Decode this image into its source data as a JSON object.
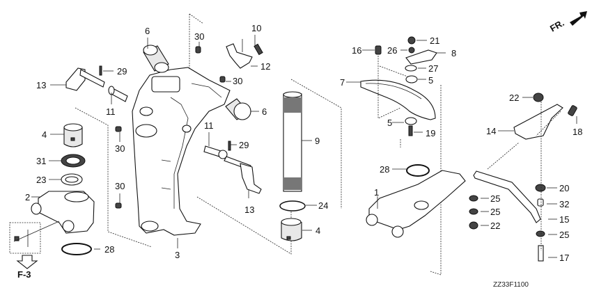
{
  "diagram": {
    "title_code": "ZZ33F1100",
    "front_indicator": "FR.",
    "reference_label": "F-3",
    "callouts": [
      {
        "id": "c1",
        "label": "1"
      },
      {
        "id": "c2",
        "label": "2"
      },
      {
        "id": "c3",
        "label": "3"
      },
      {
        "id": "c4a",
        "label": "4"
      },
      {
        "id": "c4b",
        "label": "4"
      },
      {
        "id": "c5a",
        "label": "5"
      },
      {
        "id": "c5b",
        "label": "5"
      },
      {
        "id": "c6a",
        "label": "6"
      },
      {
        "id": "c6b",
        "label": "6"
      },
      {
        "id": "c7",
        "label": "7"
      },
      {
        "id": "c8",
        "label": "8"
      },
      {
        "id": "c9",
        "label": "9"
      },
      {
        "id": "c10",
        "label": "10"
      },
      {
        "id": "c11a",
        "label": "11"
      },
      {
        "id": "c11b",
        "label": "11"
      },
      {
        "id": "c12",
        "label": "12"
      },
      {
        "id": "c13a",
        "label": "13"
      },
      {
        "id": "c13b",
        "label": "13"
      },
      {
        "id": "c14",
        "label": "14"
      },
      {
        "id": "c15",
        "label": "15"
      },
      {
        "id": "c16",
        "label": "16"
      },
      {
        "id": "c17",
        "label": "17"
      },
      {
        "id": "c18",
        "label": "18"
      },
      {
        "id": "c19",
        "label": "19"
      },
      {
        "id": "c20",
        "label": "20"
      },
      {
        "id": "c21",
        "label": "21"
      },
      {
        "id": "c22a",
        "label": "22"
      },
      {
        "id": "c22b",
        "label": "22"
      },
      {
        "id": "c23",
        "label": "23"
      },
      {
        "id": "c24",
        "label": "24"
      },
      {
        "id": "c25a",
        "label": "25"
      },
      {
        "id": "c25b",
        "label": "25"
      },
      {
        "id": "c25c",
        "label": "25"
      },
      {
        "id": "c26",
        "label": "26"
      },
      {
        "id": "c27",
        "label": "27"
      },
      {
        "id": "c28a",
        "label": "28"
      },
      {
        "id": "c28b",
        "label": "28"
      },
      {
        "id": "c29a",
        "label": "29"
      },
      {
        "id": "c29b",
        "label": "29"
      },
      {
        "id": "c30a",
        "label": "30"
      },
      {
        "id": "c30b",
        "label": "30"
      },
      {
        "id": "c30c",
        "label": "30"
      },
      {
        "id": "c30d",
        "label": "30"
      },
      {
        "id": "c31",
        "label": "31"
      },
      {
        "id": "c32",
        "label": "32"
      }
    ]
  }
}
